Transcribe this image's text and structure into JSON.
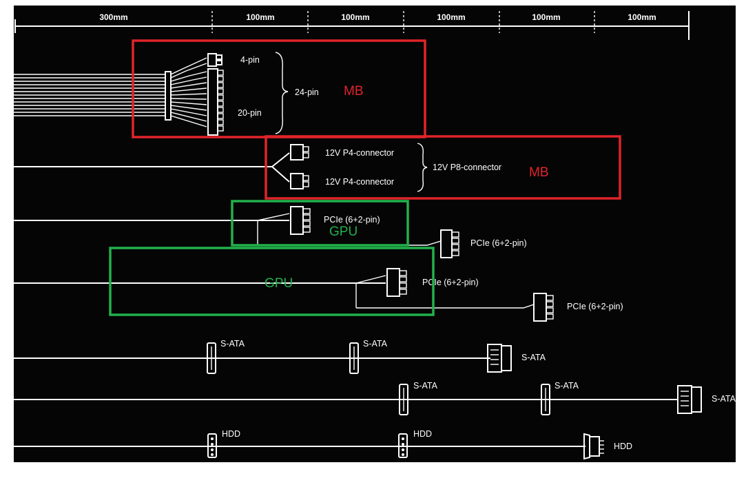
{
  "ruler": {
    "segments": [
      "300mm",
      "100mm",
      "100mm",
      "100mm",
      "100mm",
      "100mm"
    ]
  },
  "connectors": {
    "mb_4pin": "4-pin",
    "mb_20pin": "20-pin",
    "mb_24pin": "24-pin",
    "p4_a": "12V P4-connector",
    "p4_b": "12V P4-connector",
    "p8": "12V P8-connector",
    "pcie_1": "PCIe (6+2-pin)",
    "pcie_2": "PCIe (6+2-pin)",
    "pcie_3": "PCIe (6+2-pin)",
    "pcie_4": "PCIe (6+2-pin)",
    "sata_1": "S-ATA",
    "sata_2": "S-ATA",
    "sata_3": "S-ATA",
    "sata_4": "S-ATA",
    "sata_5": "S-ATA",
    "sata_6": "S-ATA",
    "hdd_1": "HDD",
    "hdd_2": "HDD",
    "hdd_3": "HDD"
  },
  "annotations": {
    "mb_1": "MB",
    "mb_2": "MB",
    "gpu_1": "GPU",
    "gpu_2": "GPU"
  },
  "colors": {
    "background": "#050505",
    "mb_box": "#e0242a",
    "gpu_box": "#22b14c",
    "wire": "#ffffff"
  }
}
